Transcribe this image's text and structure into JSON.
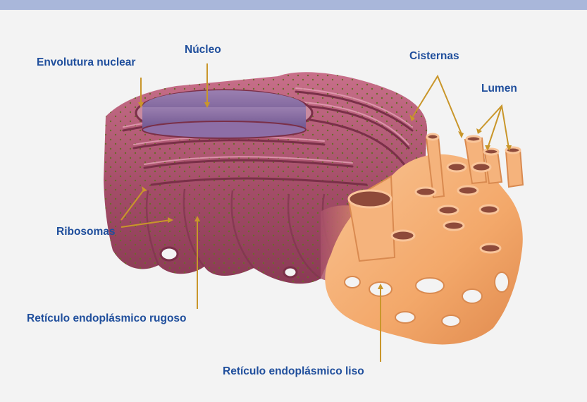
{
  "colors": {
    "label": "#1f4e9c",
    "arrow": "#c9962a",
    "top_bar": "#a9b7da",
    "background": "#f3f3f3",
    "rough_er": "#a8506a",
    "smooth_er": "#f3aa6c"
  },
  "labels": {
    "envoltura": "Envolutura nuclear",
    "nucleo": "Núcleo",
    "cisternas": "Cisternas",
    "lumen": "Lumen",
    "ribosomas": "Ribosomas",
    "rer": "Retículo endoplásmico rugoso",
    "ser": "Retículo endoplásmico liso"
  }
}
